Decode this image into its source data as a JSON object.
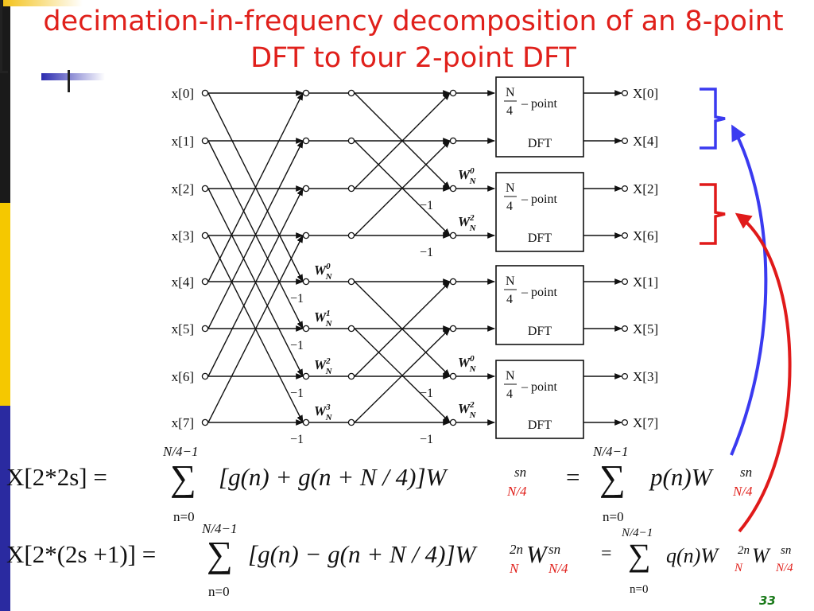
{
  "title": "decimation-in-frequency decomposition of an 8-point DFT to four 2-point DFT",
  "inputs": [
    "x[0]",
    "x[1]",
    "x[2]",
    "x[3]",
    "x[4]",
    "x[5]",
    "x[6]",
    "x[7]"
  ],
  "outputs": [
    "X[0]",
    "X[4]",
    "X[2]",
    "X[6]",
    "X[1]",
    "X[5]",
    "X[3]",
    "X[7]"
  ],
  "box_labels": {
    "fraction_num": "N",
    "fraction_den": "4",
    "point": "– point",
    "dft": "DFT"
  },
  "twiddle_base": "W",
  "twiddle_sub": "N",
  "stage1_twiddles": [
    "0",
    "1",
    "2",
    "3"
  ],
  "stage2_twiddles": [
    "0",
    "2",
    "0",
    "2"
  ],
  "minus_one": "−1",
  "equation1": {
    "lhs": "X[2*2s] =",
    "upper": "N/4−1",
    "lower": "n=0",
    "body": "[g(n) + g(n + N / 4)]W",
    "exp": "sn",
    "sub": "N/4",
    "eq2": "=",
    "upper2": "N/4−1",
    "lower2": "n=0",
    "body2": "p(n)W",
    "exp2": "sn",
    "sub2": "N/4"
  },
  "equation2": {
    "lhs": "X[2*(2s +1)] =",
    "upper": "N/4−1",
    "lower": "n=0",
    "body": "[g(n) − g(n + N / 4)]W",
    "exp_a": "2n",
    "sub_a": "N",
    "body_b": "W",
    "exp_b": "sn",
    "sub_b": "N/4",
    "eq2": "=",
    "upper2": "N/4−1",
    "lower2": "n=0",
    "body2": "q(n)W",
    "exp2a": "2n",
    "sub2a": "N",
    "body2b": "W",
    "exp2b": "sn",
    "sub2b": "N/4"
  },
  "page_number": "33",
  "colors": {
    "title": "#e0201b",
    "blue_bracket": "#3a3af0",
    "red_bracket": "#e01a1a",
    "page_number": "#1a7a1a"
  }
}
